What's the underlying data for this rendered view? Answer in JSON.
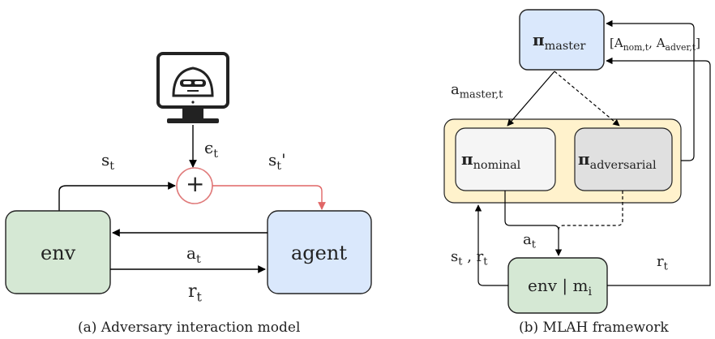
{
  "panel_a": {
    "boxes": {
      "env": "env",
      "agent": "agent",
      "plus": "+"
    },
    "labels": {
      "s": "s",
      "s_sub": "t",
      "eps": "ϵ",
      "eps_sub": "t",
      "sprime": "s",
      "sprime_sub": "t",
      "sprime_mark": "'",
      "a": "a",
      "a_sub": "t",
      "r": "r",
      "r_sub": "t"
    },
    "icons": [
      "monitor-icon",
      "hacker-icon"
    ],
    "caption": "(a) Adversary interaction model",
    "colors": {
      "env_fill": "#d5e8d4",
      "agent_fill": "#dae8fc",
      "plus_stroke": "#e07b7b",
      "attack_arrow": "#e06666"
    }
  },
  "panel_b": {
    "boxes": {
      "master": "π",
      "master_sub": "master",
      "nominal": "π",
      "nominal_sub": "nominal",
      "adversarial": "π",
      "adversarial_sub": "adversarial",
      "env": "env | m",
      "env_sub": "i"
    },
    "labels": {
      "a_master": "a",
      "a_master_sub": "master,t",
      "A_open": "[A",
      "A_nom_sub": "nom,t",
      "A_sep": ", A",
      "A_adv_sub": "adver,t",
      "A_close": "]",
      "a": "a",
      "a_sub": "t",
      "s": "s",
      "s_sub": "t",
      "sr_sep": " , r",
      "r_left_sub": "t",
      "r": "r",
      "r_sub": "t"
    },
    "caption": "(b) MLAH framework",
    "colors": {
      "master_fill": "#dae8fc",
      "group_fill": "#fff2cc",
      "group_stroke": "#d6b656",
      "nominal_fill": "#f5f5f5",
      "adversarial_fill": "#e0e0e0",
      "env_fill": "#d5e8d4"
    }
  }
}
